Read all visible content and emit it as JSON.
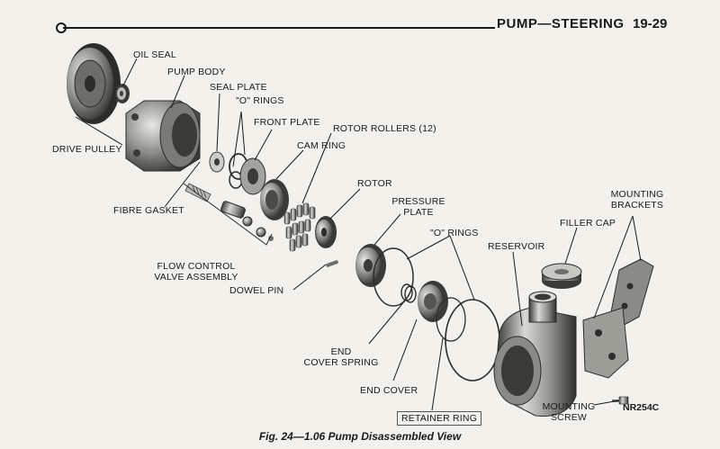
{
  "header": {
    "title": "PUMP—STEERING",
    "page_number": "19-29"
  },
  "labels": {
    "oil_seal": "OIL SEAL",
    "pump_body": "PUMP BODY",
    "seal_plate": "SEAL PLATE",
    "o_rings_top": "\"O\" RINGS",
    "front_plate": "FRONT PLATE",
    "rotor_rollers": "ROTOR ROLLERS (12)",
    "cam_ring": "CAM RING",
    "drive_pulley": "DRIVE PULLEY",
    "rotor": "ROTOR",
    "pressure_plate_1": "PRESSURE",
    "pressure_plate_2": "PLATE",
    "fibre_gasket": "FIBRE GASKET",
    "flow_control_1": "FLOW CONTROL",
    "flow_control_2": "VALVE ASSEMBLY",
    "o_rings_mid": "\"O\" RINGS",
    "reservoir": "RESERVOIR",
    "filler_cap": "FILLER CAP",
    "mounting_brackets_1": "MOUNTING",
    "mounting_brackets_2": "BRACKETS",
    "dowel_pin": "DOWEL PIN",
    "end_cover_spring_1": "END",
    "end_cover_spring_2": "COVER SPRING",
    "end_cover": "END COVER",
    "retainer_ring": "RETAINER RING",
    "mounting_screw_1": "MOUNTING",
    "mounting_screw_2": "SCREW"
  },
  "part_number": "NR254C",
  "caption": "Fig. 24—1.06 Pump Disassembled View"
}
